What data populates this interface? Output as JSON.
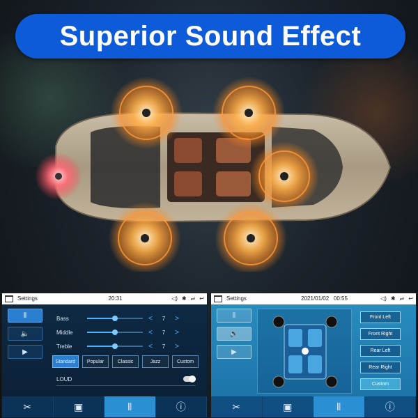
{
  "banner": {
    "title": "Superior Sound Effect"
  },
  "colors": {
    "banner_bg": "#0d5bd8",
    "speaker_orange": "#ff8a1e",
    "speaker_red": "#ff3d4a",
    "accent_blue": "#2a7fd0"
  },
  "left_screen": {
    "status": {
      "title": "Settings",
      "time": "20:31"
    },
    "side_tabs": [
      {
        "icon": "equalizer-icon",
        "glyph": "⦀"
      },
      {
        "icon": "speaker-icon",
        "glyph": "🔈"
      },
      {
        "icon": "play-icon",
        "glyph": "▶"
      }
    ],
    "eq": [
      {
        "label": "Bass",
        "value": "7",
        "level": 0.5
      },
      {
        "label": "Middle",
        "value": "7",
        "level": 0.5
      },
      {
        "label": "Treble",
        "value": "7",
        "level": 0.5
      }
    ],
    "modes": [
      "Standard",
      "Popular",
      "Classic",
      "Jazz",
      "Custom"
    ],
    "active_mode": "Standard",
    "loud_label": "LOUD",
    "nav": [
      "tools-icon",
      "image-icon",
      "equalizer-icon",
      "info-icon"
    ]
  },
  "right_screen": {
    "status": {
      "title": "Settings",
      "date": "2021/01/02",
      "time": "00:55"
    },
    "speakers": [
      "Front Left",
      "Front Right",
      "Rear Left",
      "Rear Right",
      "Custom"
    ],
    "active_speaker": "Custom"
  },
  "glyphs": {
    "prev": "<",
    "next": ">",
    "tools": "✂",
    "image": "▣",
    "eq": "⦀",
    "info": "ⓘ",
    "volume": "◁)",
    "bluetooth": "✱",
    "usb": "⇌",
    "back": "↩"
  }
}
